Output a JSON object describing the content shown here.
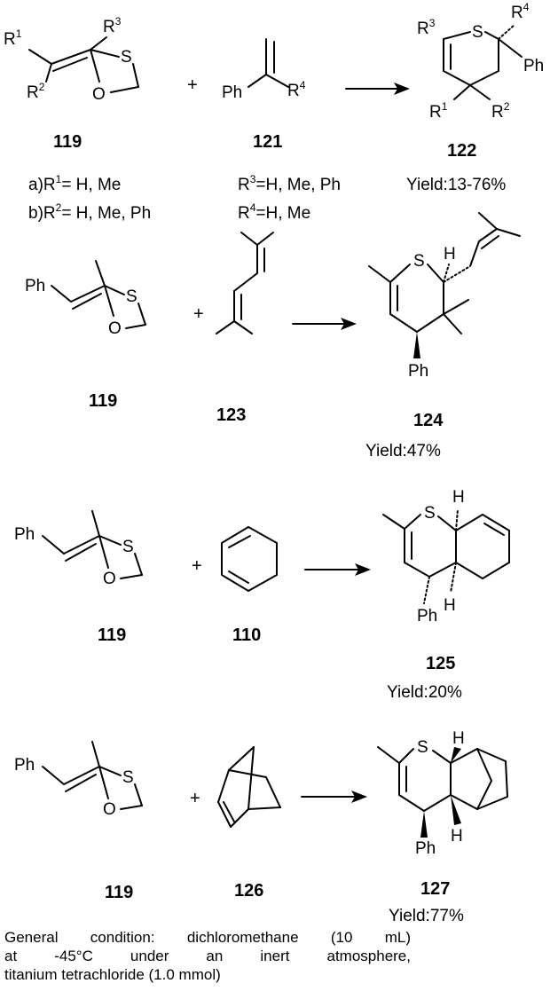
{
  "scheme1": {
    "reactant_label": "119",
    "alkene_label": "121",
    "product_label": "122",
    "plus": "+",
    "sub_a": "a)R",
    "sub_a_sup": "1",
    "sub_a_val": "= H, Me",
    "sub_b": "b)R",
    "sub_b_sup": "2",
    "sub_b_val": "= H, Me, Ph",
    "r3": "R",
    "r3_sup": "3",
    "r3_val": "=H, Me, Ph",
    "r4": "R",
    "r4_sup": "4",
    "r4_val": "=H, Me",
    "yield": "Yield:13-76%"
  },
  "scheme2": {
    "reactant_label": "119",
    "alkene_label": "123",
    "product_label": "124",
    "plus": "+",
    "yield": "Yield:47%"
  },
  "scheme3": {
    "reactant_label": "119",
    "alkene_label": "110",
    "product_label": "125",
    "plus": "+",
    "yield": "Yield:20%"
  },
  "scheme4": {
    "reactant_label": "119",
    "alkene_label": "126",
    "product_label": "127",
    "plus": "+",
    "yield": "Yield:77%"
  },
  "atoms": {
    "S": "S",
    "O": "O",
    "Ph": "Ph",
    "H": "H",
    "R": "R",
    "sup1": "1",
    "sup2": "2",
    "sup3": "3",
    "sup4": "4"
  },
  "conditions": {
    "line1": "General condition: dichloromethane (10 mL)",
    "line2": "at -45°C under an inert atmosphere,",
    "line3": "titanium tetrachloride (1.0 mmol)"
  }
}
